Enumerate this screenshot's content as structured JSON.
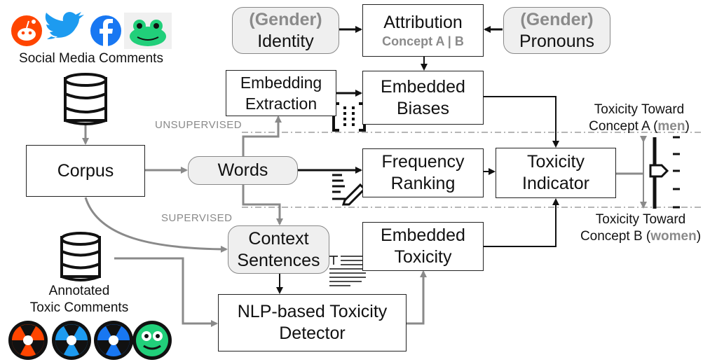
{
  "sources": {
    "social_media_label": "Social Media Comments",
    "annotated_label_line1": "Annotated",
    "annotated_label_line2": "Toxic Comments",
    "icons": [
      "reddit-icon",
      "twitter-icon",
      "facebook-icon",
      "gab-frog-icon"
    ]
  },
  "nodes": {
    "identity": {
      "paren_open": "(",
      "qualifier": "Gender",
      "paren_close": ")",
      "name": "Identity"
    },
    "attribution": {
      "title": "Attribution",
      "sub": "Concept A | B"
    },
    "pronouns": {
      "paren_open": "(",
      "qualifier": "Gender",
      "paren_close": ")",
      "name": "Pronouns"
    },
    "embedding_extraction": {
      "line1": "Embedding",
      "line2": "Extraction"
    },
    "embedded_biases": {
      "line1": "Embedded",
      "line2": "Biases"
    },
    "corpus": "Corpus",
    "words": "Words",
    "frequency_ranking": {
      "line1": "Frequency",
      "line2": "Ranking"
    },
    "toxicity_indicator": {
      "line1": "Toxicity",
      "line2": "Indicator"
    },
    "context_sentences": {
      "line1": "Context",
      "line2": "Sentences"
    },
    "embedded_toxicity": {
      "line1": "Embedded",
      "line2": "Toxicity"
    },
    "nlp_detector": {
      "line1": "NLP-based Toxicity",
      "line2": "Detector"
    }
  },
  "labels": {
    "unsupervised": "UNSUPERVISED",
    "supervised": "SUPERVISED",
    "toward_a_line1": "Toxicity Toward",
    "toward_a_prefix": "Concept A (",
    "toward_a_value": "men",
    "toward_a_suffix": ")",
    "toward_b_line1": "Toxicity Toward",
    "toward_b_prefix": "Concept B (",
    "toward_b_value": "women",
    "toward_b_suffix": ")"
  },
  "colors": {
    "reddit": "#ff4500",
    "twitter": "#1d9bf0",
    "facebook": "#1877f2",
    "gab": "#21cf7a",
    "muted_text": "#8a8a8a",
    "grey_arrow": "#8a8a8a"
  }
}
